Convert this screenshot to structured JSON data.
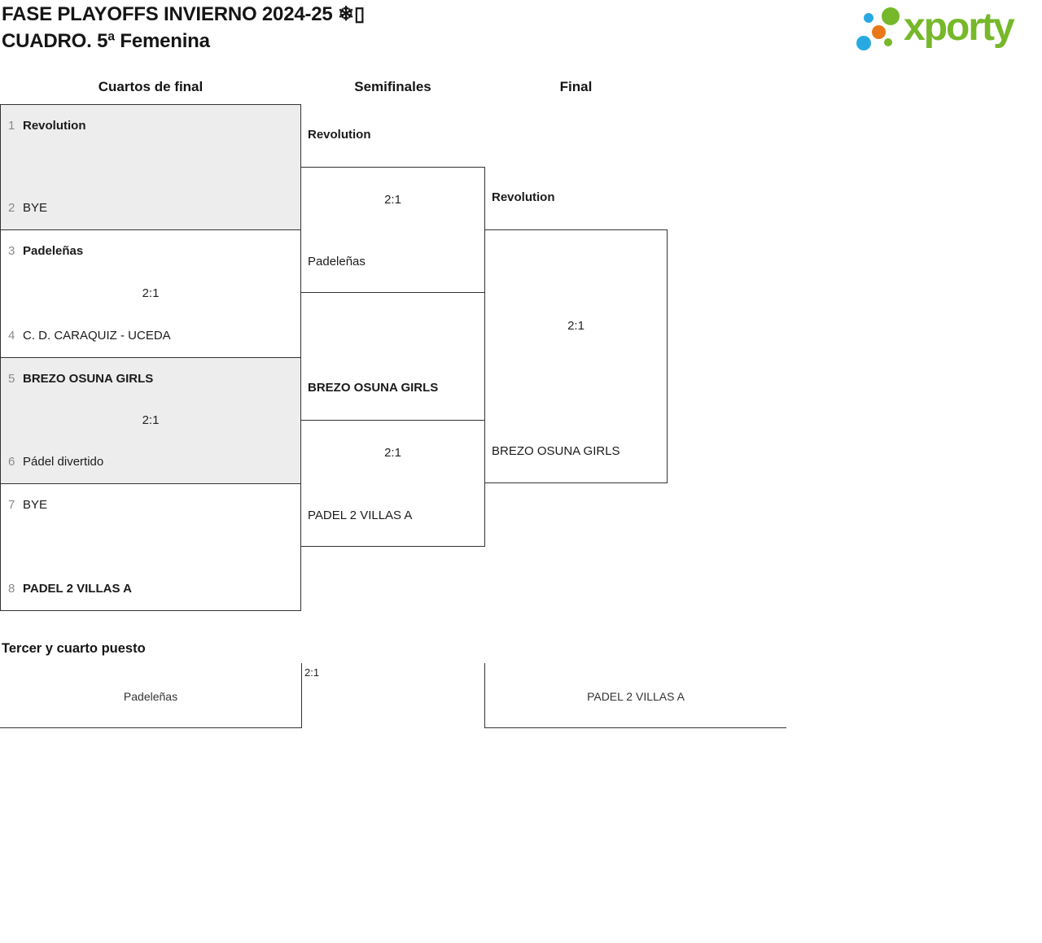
{
  "page": {
    "title_line1": "FASE PLAYOFFS INVIERNO 2024-25 ❄▯",
    "title_line2": "CUADRO. 5ª Femenina"
  },
  "logo": {
    "text": "xporty",
    "colors": {
      "green": "#76b82a",
      "blue": "#29a9e1",
      "orange": "#e87817"
    }
  },
  "round_headers": {
    "quarterfinals": "Cuartos de final",
    "semifinals": "Semifinales",
    "final": "Final"
  },
  "quarterfinals": [
    {
      "team1": {
        "seed": "1",
        "name": "Revolution"
      },
      "team2": {
        "seed": "2",
        "name": "BYE"
      },
      "score": ""
    },
    {
      "team1": {
        "seed": "3",
        "name": "Padeleñas"
      },
      "team2": {
        "seed": "4",
        "name": "C. D. CARAQUIZ - UCEDA"
      },
      "score": "2:1"
    },
    {
      "team1": {
        "seed": "5",
        "name": "BREZO OSUNA GIRLS"
      },
      "team2": {
        "seed": "6",
        "name": "Pádel divertido"
      },
      "score": "2:1"
    },
    {
      "team1": {
        "seed": "7",
        "name": "BYE"
      },
      "team2": {
        "seed": "8",
        "name": "PADEL 2 VILLAS A"
      },
      "score": ""
    }
  ],
  "semifinals": [
    {
      "top": "Revolution",
      "bottom": "Padeleñas",
      "score": "2:1"
    },
    {
      "top": "BREZO OSUNA GIRLS",
      "bottom": "PADEL 2 VILLAS A",
      "score": "2:1"
    }
  ],
  "final": {
    "top": "Revolution",
    "bottom": "BREZO OSUNA GIRLS",
    "score": "2:1"
  },
  "third_place": {
    "heading": "Tercer y cuarto puesto",
    "left_team": "Padeleñas",
    "right_team": "PADEL 2 VILLAS A",
    "score": "2:1"
  },
  "style_colors": {
    "border": "#333333",
    "shaded_box": "#ededed",
    "seed_gray": "#8a8a8a",
    "text": "#1b1b1b"
  }
}
